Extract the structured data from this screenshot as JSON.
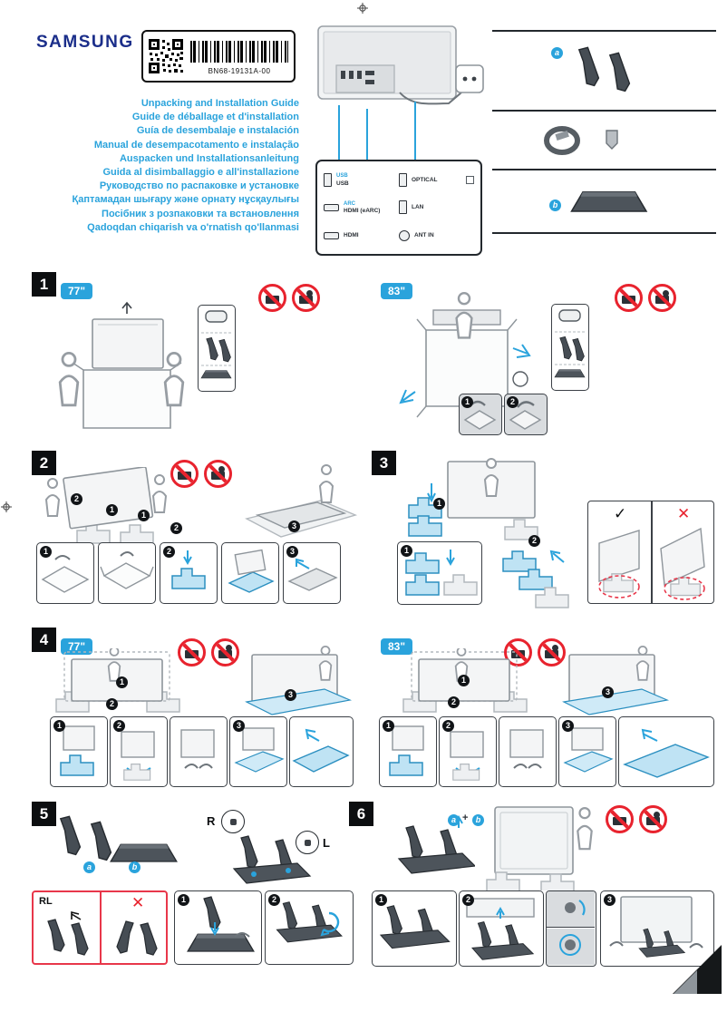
{
  "brand": "SAMSUNG",
  "label": {
    "part_number": "BN68-19131A-00"
  },
  "titles": [
    "Unpacking and Installation Guide",
    "Guide de déballage et d'installation",
    "Guía de desembalaje e instalación",
    "Manual de desempacotamento e instalação",
    "Auspacken und Installationsanleitung",
    "Guida al disimballaggio e all'installazione",
    "Руководство по распаковке и установке",
    "Қаптамадан шығару және орнату нұсқаулығы",
    "Посібник з розпаковки та встановлення",
    "Qadoqdan chiqarish va o'rnatish qo'llanmasi"
  ],
  "ports": {
    "left": [
      {
        "tag": "USB",
        "label": "USB"
      },
      {
        "tag": "ARC",
        "label": "HDMI (eARC)"
      },
      {
        "tag": "",
        "label": "HDMI"
      }
    ],
    "right": [
      {
        "label": "OPTICAL"
      },
      {
        "label": "LAN"
      },
      {
        "label": "ANT IN"
      }
    ]
  },
  "accessories": {
    "a": "a",
    "b": "b"
  },
  "sizes": {
    "s77": "77\"",
    "s83": "83\""
  },
  "sections": {
    "n1": "1",
    "n2": "2",
    "n3": "3",
    "n4": "4",
    "n5": "5",
    "n6": "6"
  },
  "steps": {
    "s1": "1",
    "s2": "2",
    "s3": "3"
  },
  "marks": {
    "check": "✓",
    "cross": "✕",
    "r": "R",
    "l": "L",
    "rl": "RL",
    "plus": "+"
  },
  "colors": {
    "accent_blue": "#2aa3dc",
    "alert_red": "#e8232e",
    "samsung_navy": "#1b2e8a"
  }
}
